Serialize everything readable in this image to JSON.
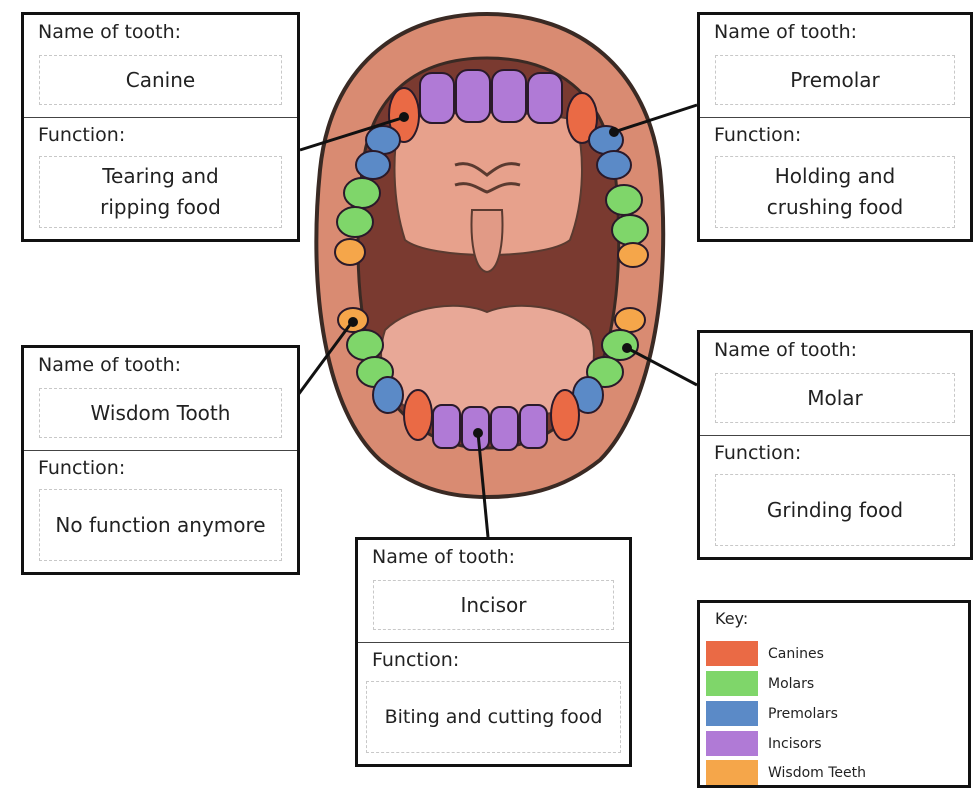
{
  "cards": [
    {
      "name_label": "Name of tooth:",
      "name": "Canine",
      "function_label": "Function:",
      "function": "Tearing and\nripping food"
    },
    {
      "name_label": "Name of tooth:",
      "name": "Premolar",
      "function_label": "Function:",
      "function": "Holding and\ncrushing food"
    },
    {
      "name_label": "Name of tooth:",
      "name": "Wisdom Tooth",
      "function_label": "Function:",
      "function": "No function anymore"
    },
    {
      "name_label": "Name of tooth:",
      "name": "Molar",
      "function_label": "Function:",
      "function": "Grinding food"
    },
    {
      "name_label": "Name of tooth:",
      "name": "Incisor",
      "function_label": "Function:",
      "function": "Biting and cutting food"
    }
  ],
  "key": {
    "title": "Key:",
    "items": [
      {
        "label": "Canines",
        "color": "#ea6a45"
      },
      {
        "label": "Molars",
        "color": "#7fd66a"
      },
      {
        "label": "Premolars",
        "color": "#5b8ac7"
      },
      {
        "label": "Incisors",
        "color": "#b07ad6"
      },
      {
        "label": "Wisdom Teeth",
        "color": "#f5a64a"
      }
    ]
  }
}
